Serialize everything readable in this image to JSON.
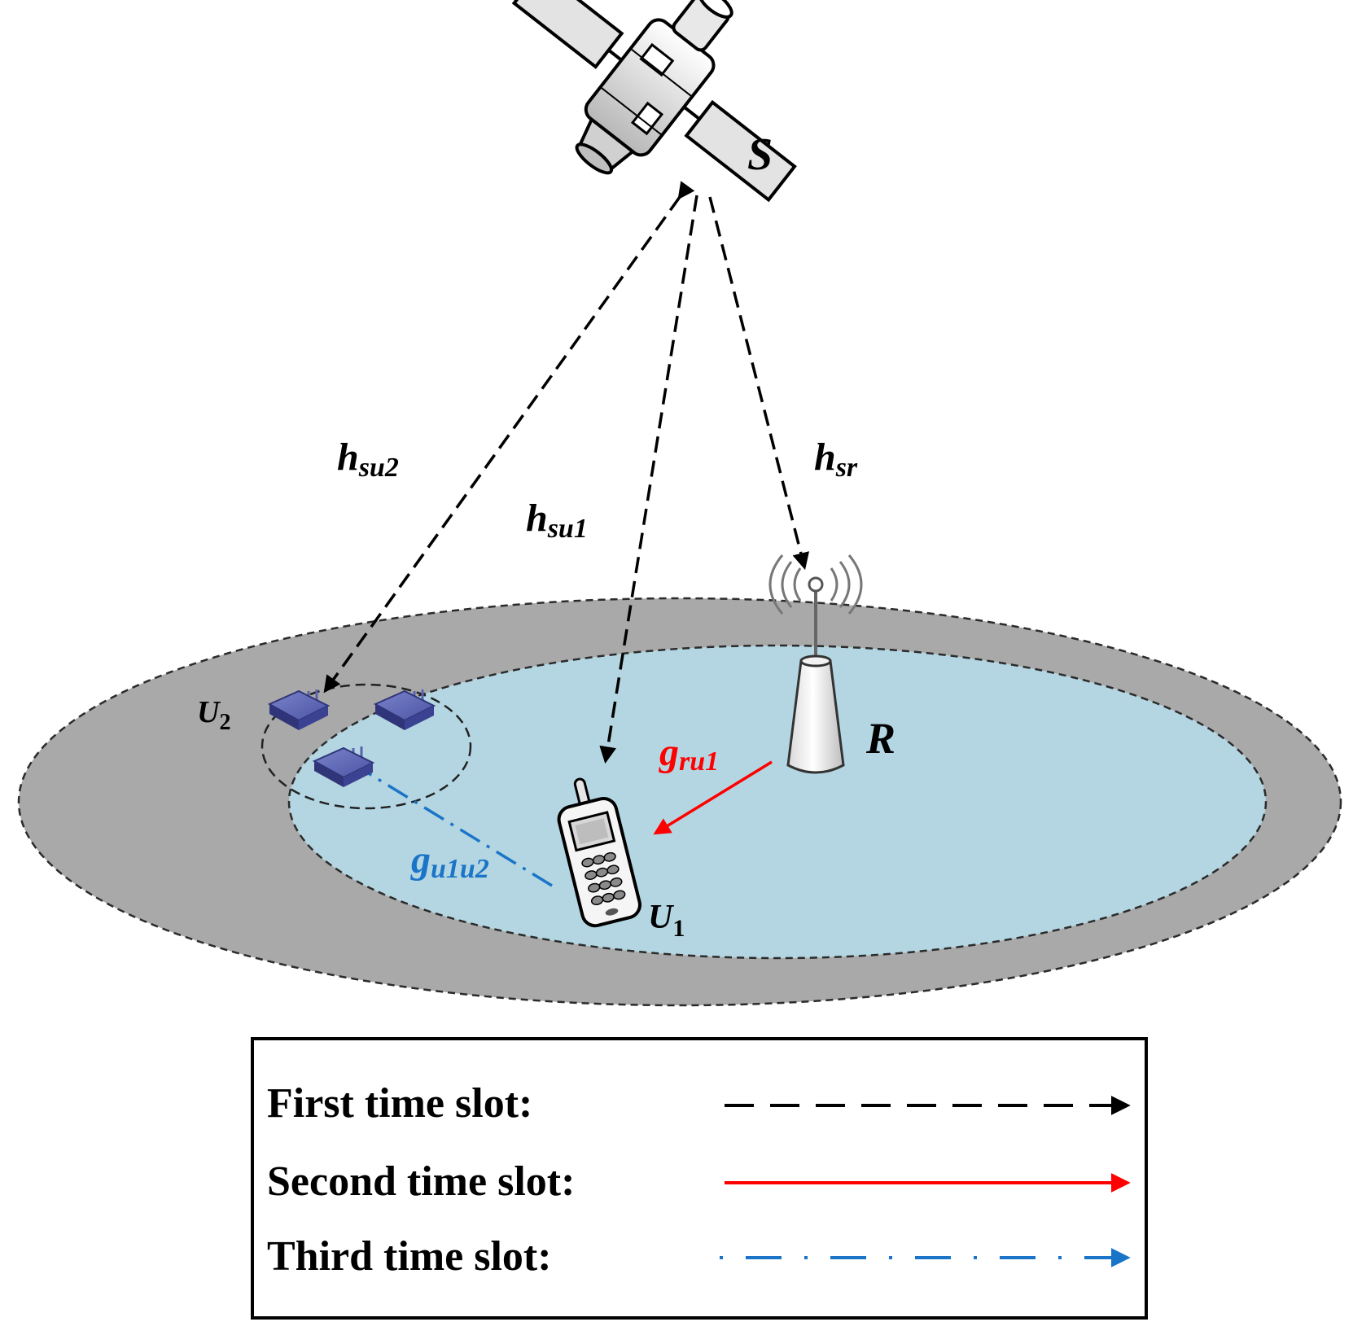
{
  "nodes": {
    "satellite": "S",
    "relay": "R",
    "user1": {
      "main": "U",
      "sub": "1"
    },
    "user2": {
      "main": "U",
      "sub": "2"
    }
  },
  "channels": {
    "hsu2": {
      "main": "h",
      "sub": "su2"
    },
    "hsu1": {
      "main": "h",
      "sub": "su1"
    },
    "hsr": {
      "main": "h",
      "sub": "sr"
    },
    "gru1": {
      "main": "g",
      "sub": "ru1"
    },
    "gu1u2": {
      "main": "g",
      "sub": "u1u2"
    }
  },
  "legend": {
    "first": "First time slot:",
    "second": "Second time slot:",
    "third": "Third time slot:"
  },
  "colors": {
    "first_slot": "#000000",
    "second_slot": "#ff0000",
    "third_slot": "#1a75c8",
    "outer_region": "#a9a9a9",
    "inner_region": "#b4d6e2"
  }
}
